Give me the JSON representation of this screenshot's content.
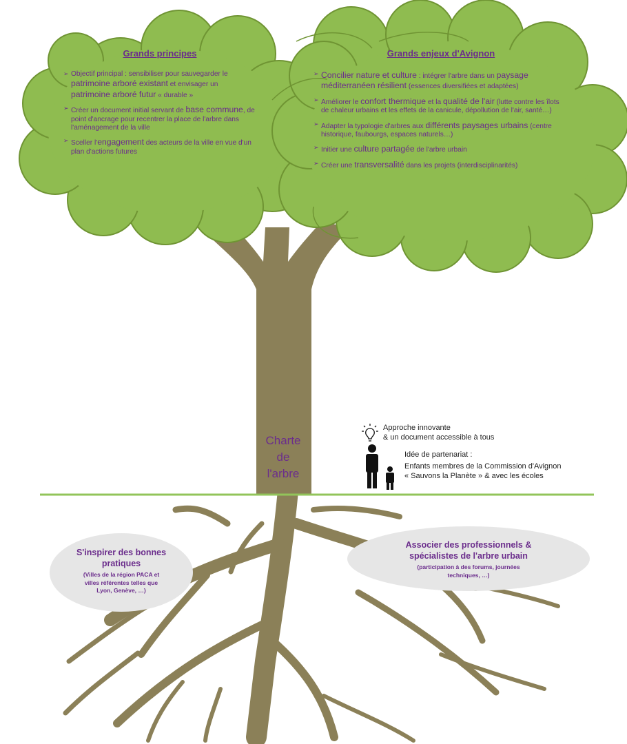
{
  "left_canopy": {
    "heading": "Grands principes",
    "items": [
      {
        "segments": [
          {
            "text": "Objectif principal : sensibiliser pour sauvegarder le ",
            "big": false
          },
          {
            "text": "patrimoine arboré existant",
            "big": true
          },
          {
            "text": " et envisager un ",
            "big": false
          },
          {
            "text": "patrimoine arboré futur",
            "big": true
          },
          {
            "text": " « durable »",
            "big": false
          }
        ]
      },
      {
        "segments": [
          {
            "text": "Créer un document initial servant de ",
            "big": false
          },
          {
            "text": "base commune",
            "big": true
          },
          {
            "text": ", de point d'ancrage pour recentrer la place de l'arbre dans l'aménagement de la ville",
            "big": false
          }
        ]
      },
      {
        "segments": [
          {
            "text": "Sceller l'",
            "big": false
          },
          {
            "text": "engagement",
            "big": true
          },
          {
            "text": " des acteurs de la ville en vue d'un plan d'actions futures",
            "big": false
          }
        ]
      }
    ]
  },
  "right_canopy": {
    "heading": "Grands enjeux d'Avignon",
    "items": [
      {
        "segments": [
          {
            "text": "Concilier nature et culture",
            "big": true
          },
          {
            "text": " : intégrer l'arbre dans un ",
            "big": false
          },
          {
            "text": "paysage méditerranéen résilient",
            "big": true
          },
          {
            "text": " (essences diversifiées et adaptées)",
            "big": false
          }
        ]
      },
      {
        "segments": [
          {
            "text": "Améliorer le ",
            "big": false
          },
          {
            "text": "confort thermique",
            "big": true
          },
          {
            "text": " et la ",
            "big": false
          },
          {
            "text": "qualité de l'air",
            "big": true
          },
          {
            "text": " (lutte contre les îlots de chaleur urbains et les effets de la canicule, dépollution de l'air, santé…)",
            "big": false
          }
        ]
      },
      {
        "segments": [
          {
            "text": "Adapter la typologie d'arbres aux ",
            "big": false
          },
          {
            "text": "différents paysages urbains",
            "big": true
          },
          {
            "text": " (centre historique, faubourgs, espaces naturels…)",
            "big": false
          }
        ]
      },
      {
        "segments": [
          {
            "text": "Initier une ",
            "big": false
          },
          {
            "text": "culture partagée",
            "big": true
          },
          {
            "text": " de l'arbre urbain",
            "big": false
          }
        ]
      },
      {
        "segments": [
          {
            "text": "Créer une ",
            "big": false
          },
          {
            "text": "transversalité",
            "big": true
          },
          {
            "text": " dans les projets (interdisciplinarités)",
            "big": false
          }
        ]
      }
    ]
  },
  "trunk": {
    "lines": [
      "Charte",
      "de",
      "l'arbre"
    ]
  },
  "innovation_note": {
    "icon": "lightbulb-icon",
    "line1": "Approche innovante",
    "line2": "& un document accessible à tous"
  },
  "partnership_note": {
    "icon": "adult-and-child-icon",
    "line1": "Idée de partenariat :",
    "line2": "Enfants membres de la Commission d'Avignon",
    "line3": "« Sauvons la Planète » & avec les écoles"
  },
  "left_root_bubble": {
    "title_line1": "S'inspirer des bonnes",
    "title_line2": "pratiques",
    "sub_line1": "(Villes de la région PACA et",
    "sub_line2": "villes référentes telles que",
    "sub_line3": "Lyon, Genève, …)"
  },
  "right_root_bubble": {
    "title_line1": "Associer des professionnels &",
    "title_line2": "spécialistes de l'arbre urbain",
    "sub_line1": "(participation à des forums, journées",
    "sub_line2": "techniques, …)"
  },
  "colors": {
    "foliage": "#8fbc50",
    "foliage_edge": "#6f9433",
    "trunk": "#8b8058",
    "ground_line": "#92c45a",
    "text_purple": "#6b2d8c",
    "bubble": "#e6e6e6"
  }
}
